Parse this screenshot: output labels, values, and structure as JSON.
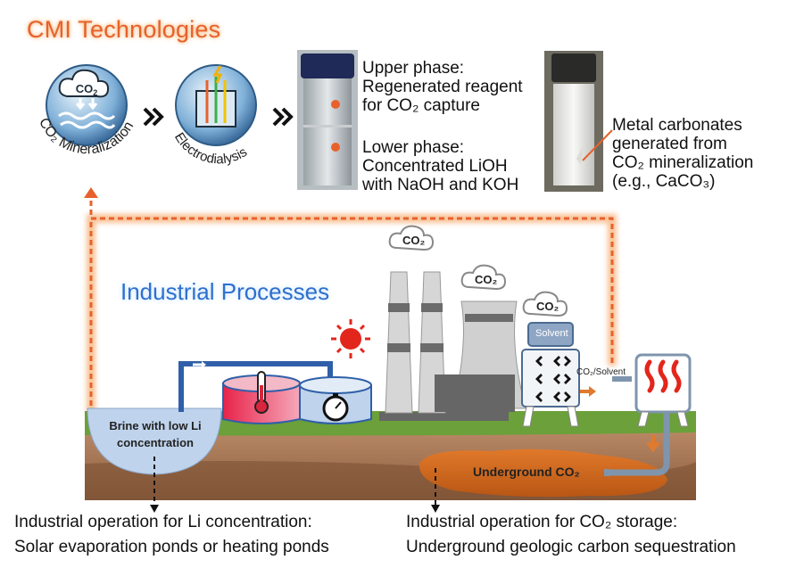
{
  "header": {
    "title": "CMI Technologies"
  },
  "process": {
    "step1_label": "CO₂ Mineralization",
    "step2_label": "Electrodialysis",
    "co2_badge": "CO₂"
  },
  "vial1": {
    "upper": [
      "Upper phase:",
      "Regenerated reagent",
      "for CO₂ capture"
    ],
    "lower": [
      "Lower phase:",
      "Concentrated LiOH",
      "with NaOH and KOH"
    ]
  },
  "vial2": {
    "text": [
      "Metal carbonates",
      "generated from",
      "CO₂ mineralization",
      "(e.g., CaCO₃)"
    ]
  },
  "scene": {
    "heading": "Industrial Processes",
    "brine": [
      "Brine with low Li",
      "concentration"
    ],
    "underground": "Underground CO₂",
    "solvent": "Solvent",
    "co2_solvent": "CO₂/Solvent",
    "cloud_label": "CO₂"
  },
  "footer": {
    "left": [
      "Industrial operation for Li concentration:",
      "Solar evaporation ponds or heating ponds"
    ],
    "right": [
      "Industrial operation for CO₂ storage:",
      "Underground geologic carbon sequestration"
    ]
  },
  "colors": {
    "accent_orange": "#E8612C",
    "blue_title": "#2E6FD0",
    "pipe_blue": "#2F5FA8",
    "soil_brown": "#8A5A3B"
  }
}
